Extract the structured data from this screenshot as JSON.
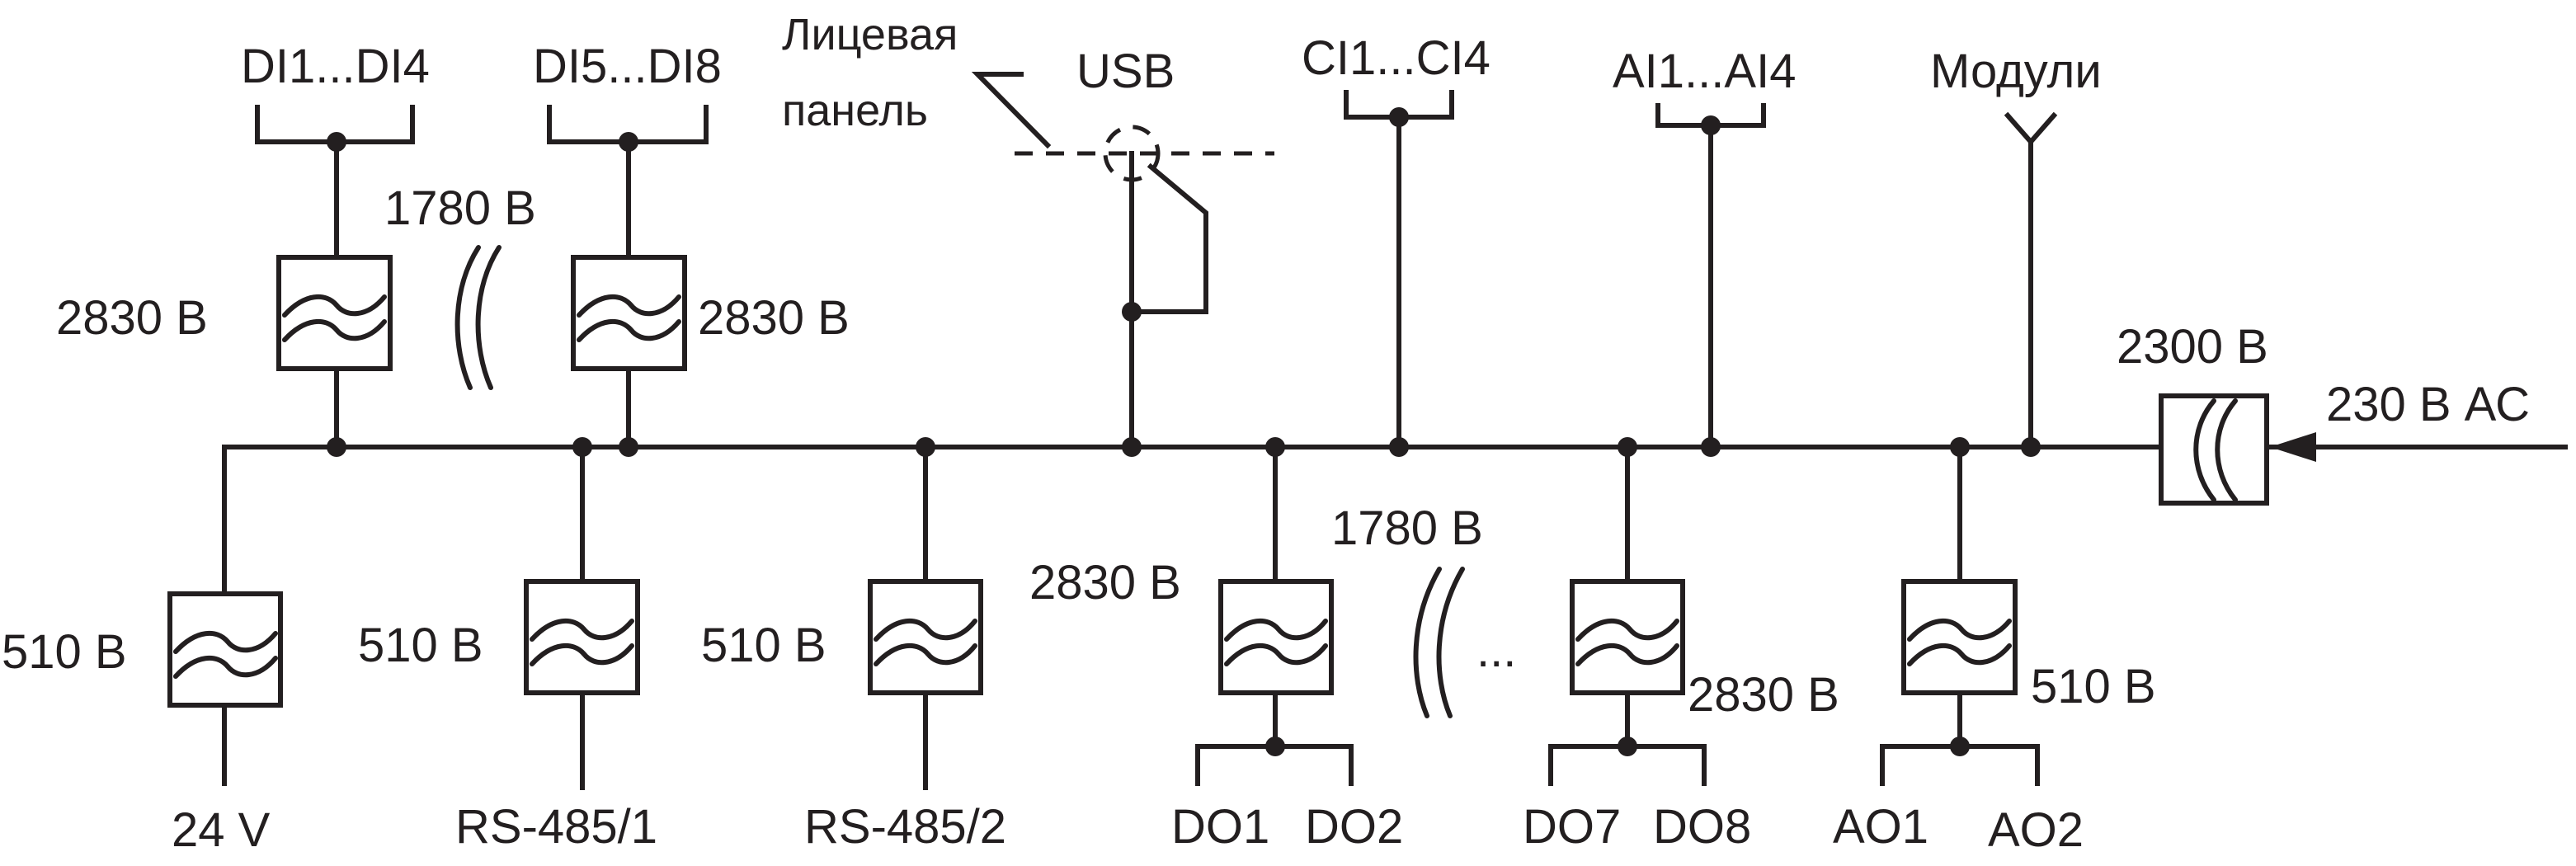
{
  "inputs": {
    "di_1_4": "DI1...DI4",
    "di_5_8": "DI5...DI8",
    "front_panel_line1": "Лицевая",
    "front_panel_line2": "панель",
    "usb": "USB",
    "ci": "CI1...CI4",
    "ai": "AI1...AI4",
    "modules": "Модули"
  },
  "isolation": {
    "di_1_4": "2830 В",
    "di_between": "1780 В",
    "di_5_8": "2830 В",
    "power_24v": "510 В",
    "rs485_1": "510 В",
    "rs485_2": "510 В",
    "do_1_2": "2830 В",
    "do_between": "1780 В",
    "do_7_8": "2830 В",
    "ao": "510 В",
    "mains": "2300 В"
  },
  "supply": "230 В АС",
  "ellipsis": "...",
  "outputs": {
    "power": "24 V",
    "rs485_1": "RS-485/1",
    "rs485_2": "RS-485/2",
    "do1": "DO1",
    "do2": "DO2",
    "do7": "DO7",
    "do8": "DO8",
    "ao1": "AO1",
    "ao2": "AO2"
  }
}
